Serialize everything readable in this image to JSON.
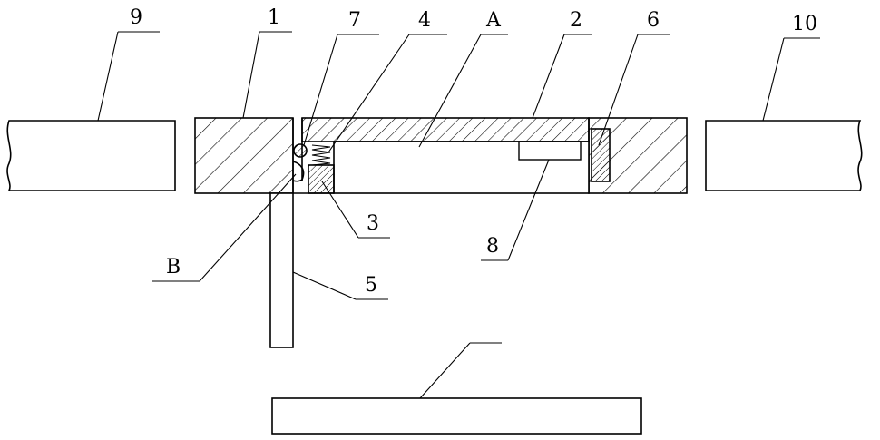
{
  "labels": {
    "l9": "9",
    "l1": "1",
    "l7": "7",
    "l4": "4",
    "lA": "A",
    "l2": "2",
    "l6": "6",
    "l10": "10",
    "l3": "3",
    "l8": "8",
    "lB": "B",
    "l5": "5"
  }
}
